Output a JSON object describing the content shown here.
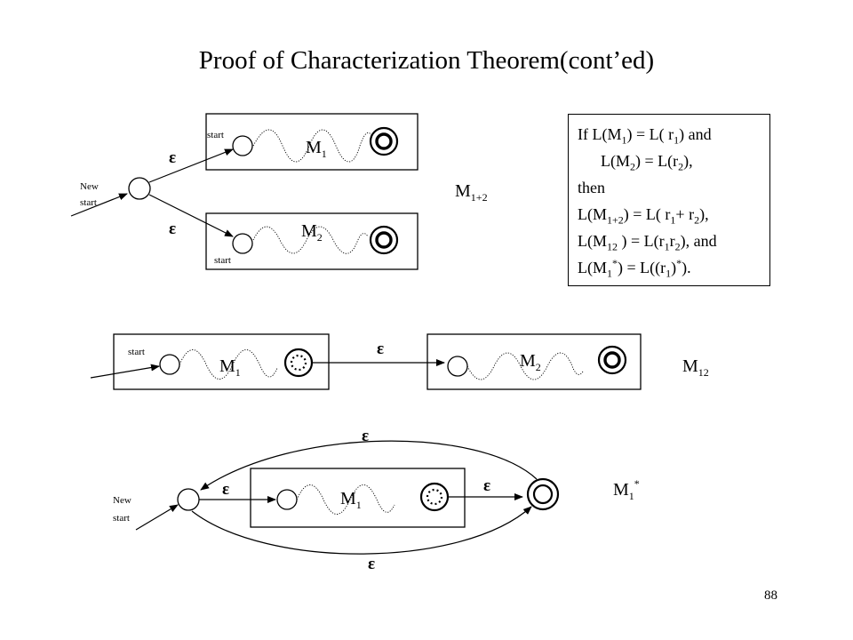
{
  "title": "Proof of Characterization Theorem(cont’ed)",
  "labels": {
    "start": "start",
    "new": "New",
    "m_prefix": "M",
    "one": "1",
    "two": "2",
    "one_plus_two": "1+2",
    "one_two": "12",
    "star": "*",
    "epsilon": "ε"
  },
  "note": {
    "line1": "If L(M1) = L( r1) and",
    "line2": "L(M2) = L(r2),",
    "line3": "then",
    "line4": "L(M1+2) = L( r1+ r2),",
    "line5": "L(M12 ) = L(r1r2), and",
    "line6": "L(M1*) = L((r1)*).",
    "parts": {
      "if_L_M": "If L(M",
      "eq_L_r": ") = L( r",
      "and_close": ") and",
      "L_M": "L(M",
      "eq_L_r_nospace": ") = L(r",
      "close_comma": "),",
      "then": "then",
      "plus_r": "+ r",
      "space_close_eq": " ) = L(r",
      "r": "r",
      "close_and": "), and",
      "close_eq_L_paren_r": ") = L((r",
      "close_paren": ")",
      "close_period": ")."
    }
  },
  "page_number": "88"
}
